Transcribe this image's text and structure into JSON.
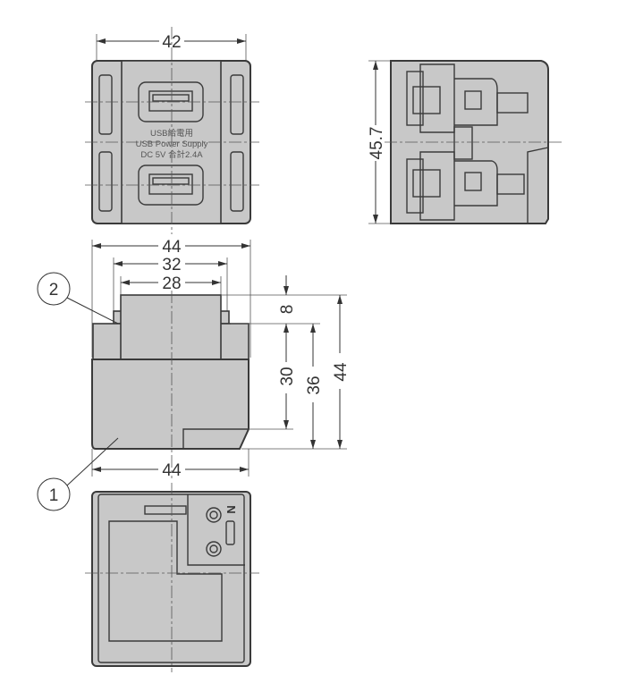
{
  "front_view": {
    "label_lines": [
      "USB給電用",
      "USB Power Supply",
      "DC 5V  合計2.4A"
    ],
    "width_dim": "42"
  },
  "side_view": {
    "height_dim": "45.7"
  },
  "section_view": {
    "dims": {
      "overall_width": "44",
      "flange_width": "32",
      "module_width": "28",
      "top_offset": "8",
      "d30": "30",
      "d36": "36",
      "d44": "44",
      "bottom_width": "44"
    },
    "callouts": [
      "1",
      "2"
    ]
  },
  "bottom_view": {
    "terminal_mark": "N"
  },
  "colors": {
    "body": "#c8c8c8",
    "outline": "#3a3a3a"
  }
}
